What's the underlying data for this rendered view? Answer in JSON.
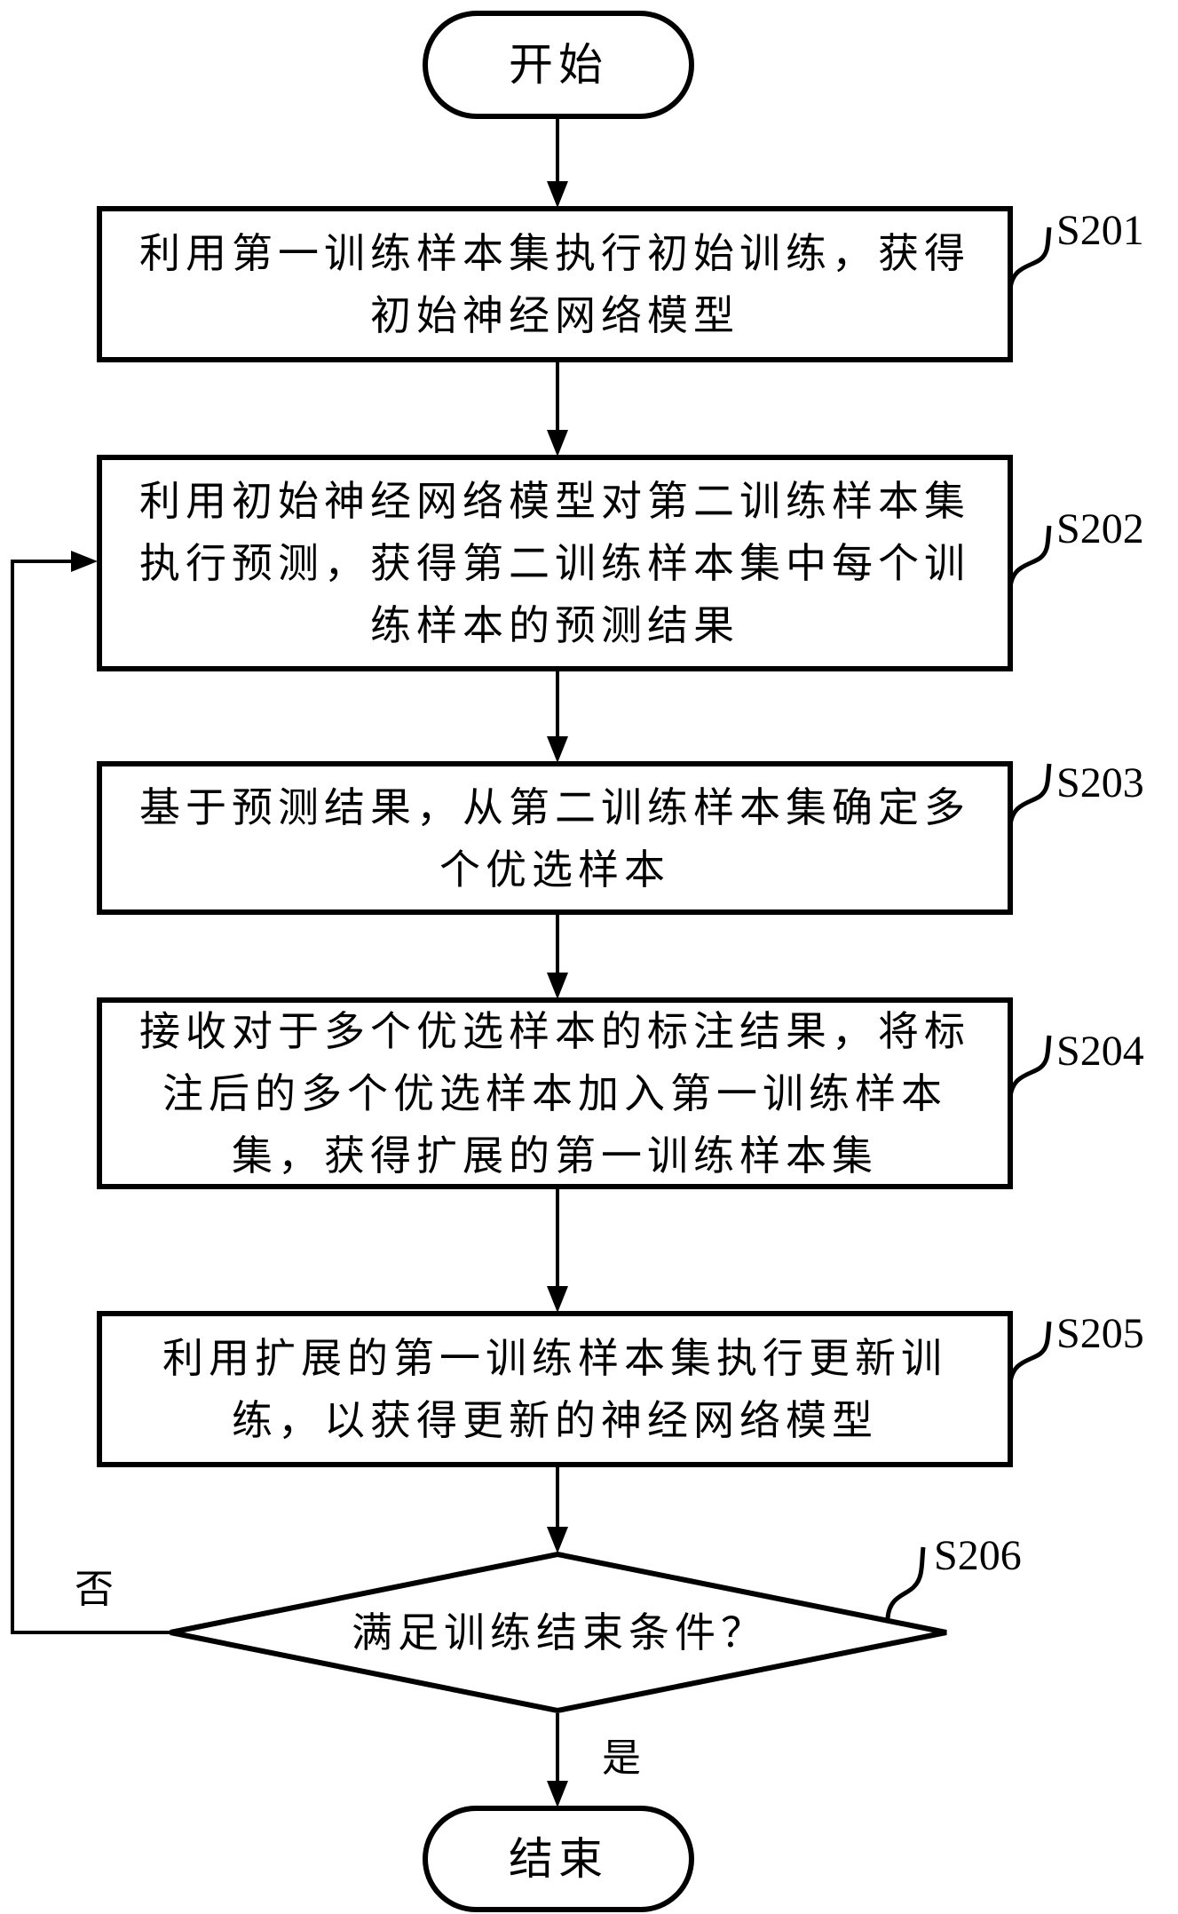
{
  "flowchart": {
    "start": {
      "label": "开始"
    },
    "steps": [
      {
        "id": "S201",
        "text": "利用第一训练样本集执行初始训练，获得初始神经网络模型"
      },
      {
        "id": "S202",
        "text": "利用初始神经网络模型对第二训练样本集执行预测，获得第二训练样本集中每个训练样本的预测结果"
      },
      {
        "id": "S203",
        "text": "基于预测结果，从第二训练样本集确定多个优选样本"
      },
      {
        "id": "S204",
        "text": "接收对于多个优选样本的标注结果，将标注后的多个优选样本加入第一训练样本集，获得扩展的第一训练样本集"
      },
      {
        "id": "S205",
        "text": "利用扩展的第一训练样本集执行更新训练，以获得更新的神经网络模型"
      }
    ],
    "decision": {
      "id": "S206",
      "text": "满足训练结束条件？",
      "no_label": "否",
      "yes_label": "是"
    },
    "end": {
      "label": "结束"
    }
  }
}
